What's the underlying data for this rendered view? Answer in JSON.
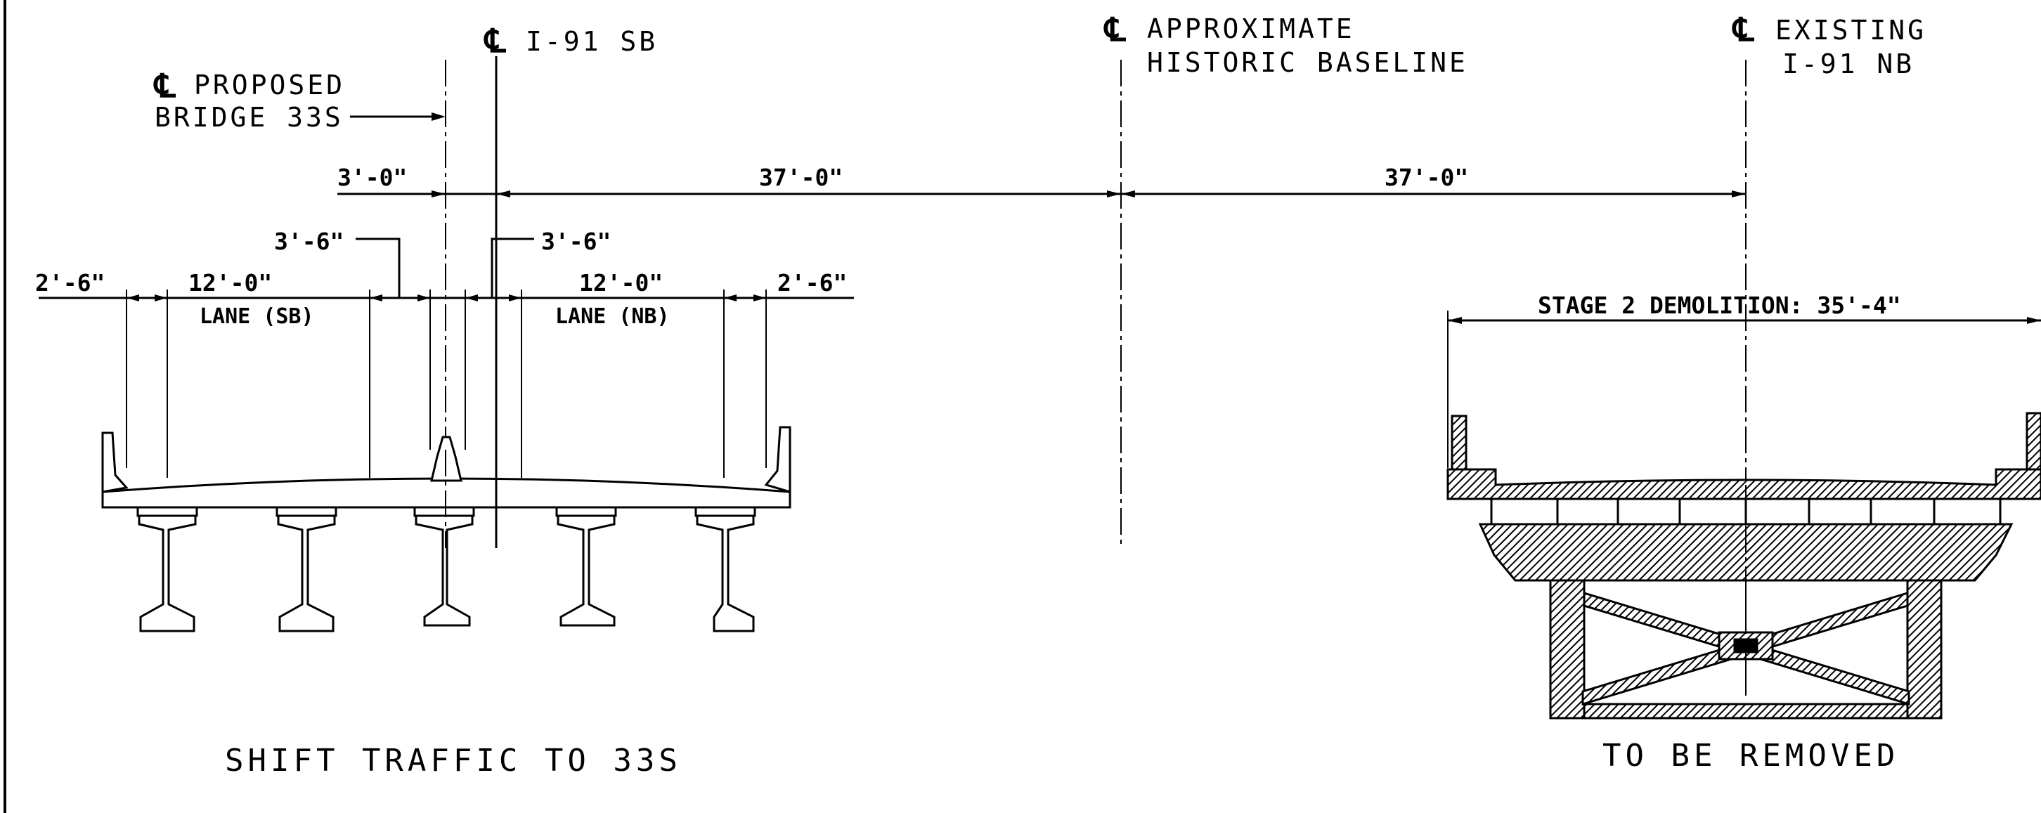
{
  "centerline_symbol": "℄",
  "centerlines": {
    "i91_sb": "I-91 SB",
    "approx_line1": "APPROXIMATE",
    "approx_line2": "HISTORIC BASELINE",
    "existing_line1": "EXISTING",
    "existing_line2": "I-91 NB",
    "proposed_line1": "PROPOSED",
    "proposed_line2": "BRIDGE 33S"
  },
  "dimensions": {
    "offset_3_0": "3'-0\"",
    "span_left": "37'-0\"",
    "span_right": "37'-0\"",
    "median_left": "3'-6\"",
    "median_right": "3'-6\"",
    "shoulder_left": "2'-6\"",
    "shoulder_right": "2'-6\"",
    "lane_sb_width": "12'-0\"",
    "lane_nb_width": "12'-0\"",
    "lane_sb_label": "LANE (SB)",
    "lane_nb_label": "LANE (NB)",
    "demolition": "STAGE 2 DEMOLITION: 35'-4\""
  },
  "captions": {
    "left": "SHIFT TRAFFIC TO 33S",
    "right": "TO BE REMOVED"
  },
  "colors": {
    "ink": "#000000",
    "background": "#ffffff"
  }
}
